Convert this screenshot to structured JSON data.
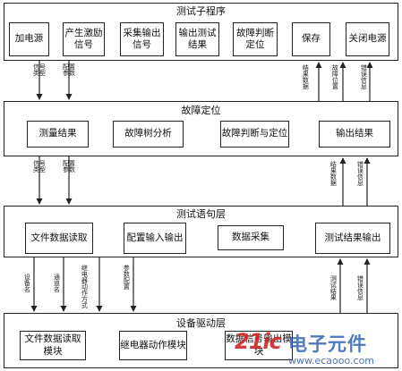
{
  "layers": {
    "test_subprogram": {
      "title": "测试子程序",
      "boxes": [
        "加电源",
        "产生激励信号",
        "采集输出信号",
        "输出测试结果",
        "故障判断定位",
        "保存",
        "关闭电源"
      ]
    },
    "fault_location": {
      "title": "故障定位",
      "boxes": [
        "测量结果",
        "故障树分析",
        "故障判断与定位",
        "输出结果"
      ]
    },
    "test_statement": {
      "title": "测试语句层",
      "boxes": [
        "文件数据读取",
        "配置输入输出",
        "数据采集",
        "测试结果输出"
      ]
    },
    "device_driver": {
      "title": "设备驱动层",
      "boxes": [
        "文件数据读取模块",
        "继电器动作模块",
        "数据信号输出模块"
      ]
    }
  },
  "labels": {
    "signal_type_1": "信号类型",
    "config_params_1": "配置参数",
    "result_data_1": "结果数据",
    "fault_position": "故障位置",
    "error_info_1": "错误信息",
    "signal_type_2": "信号类型",
    "config_params_2": "配置参数",
    "result_data_2": "结果数据",
    "error_info_2": "错误信息",
    "device_name": "设备名",
    "channel_name": "通道名",
    "relay_action_mode": "继电器动作方式",
    "param_config": "参数配置",
    "test_result": "测试结果",
    "error_info_3": "错误信息"
  },
  "watermark": {
    "logo": "21ic",
    "site_name": "电子元件",
    "url": "www.ecaooo.com"
  },
  "colors": {
    "stroke": "#222222",
    "watermark_red": "#cc2222",
    "watermark_blue": "#2a5db0"
  }
}
